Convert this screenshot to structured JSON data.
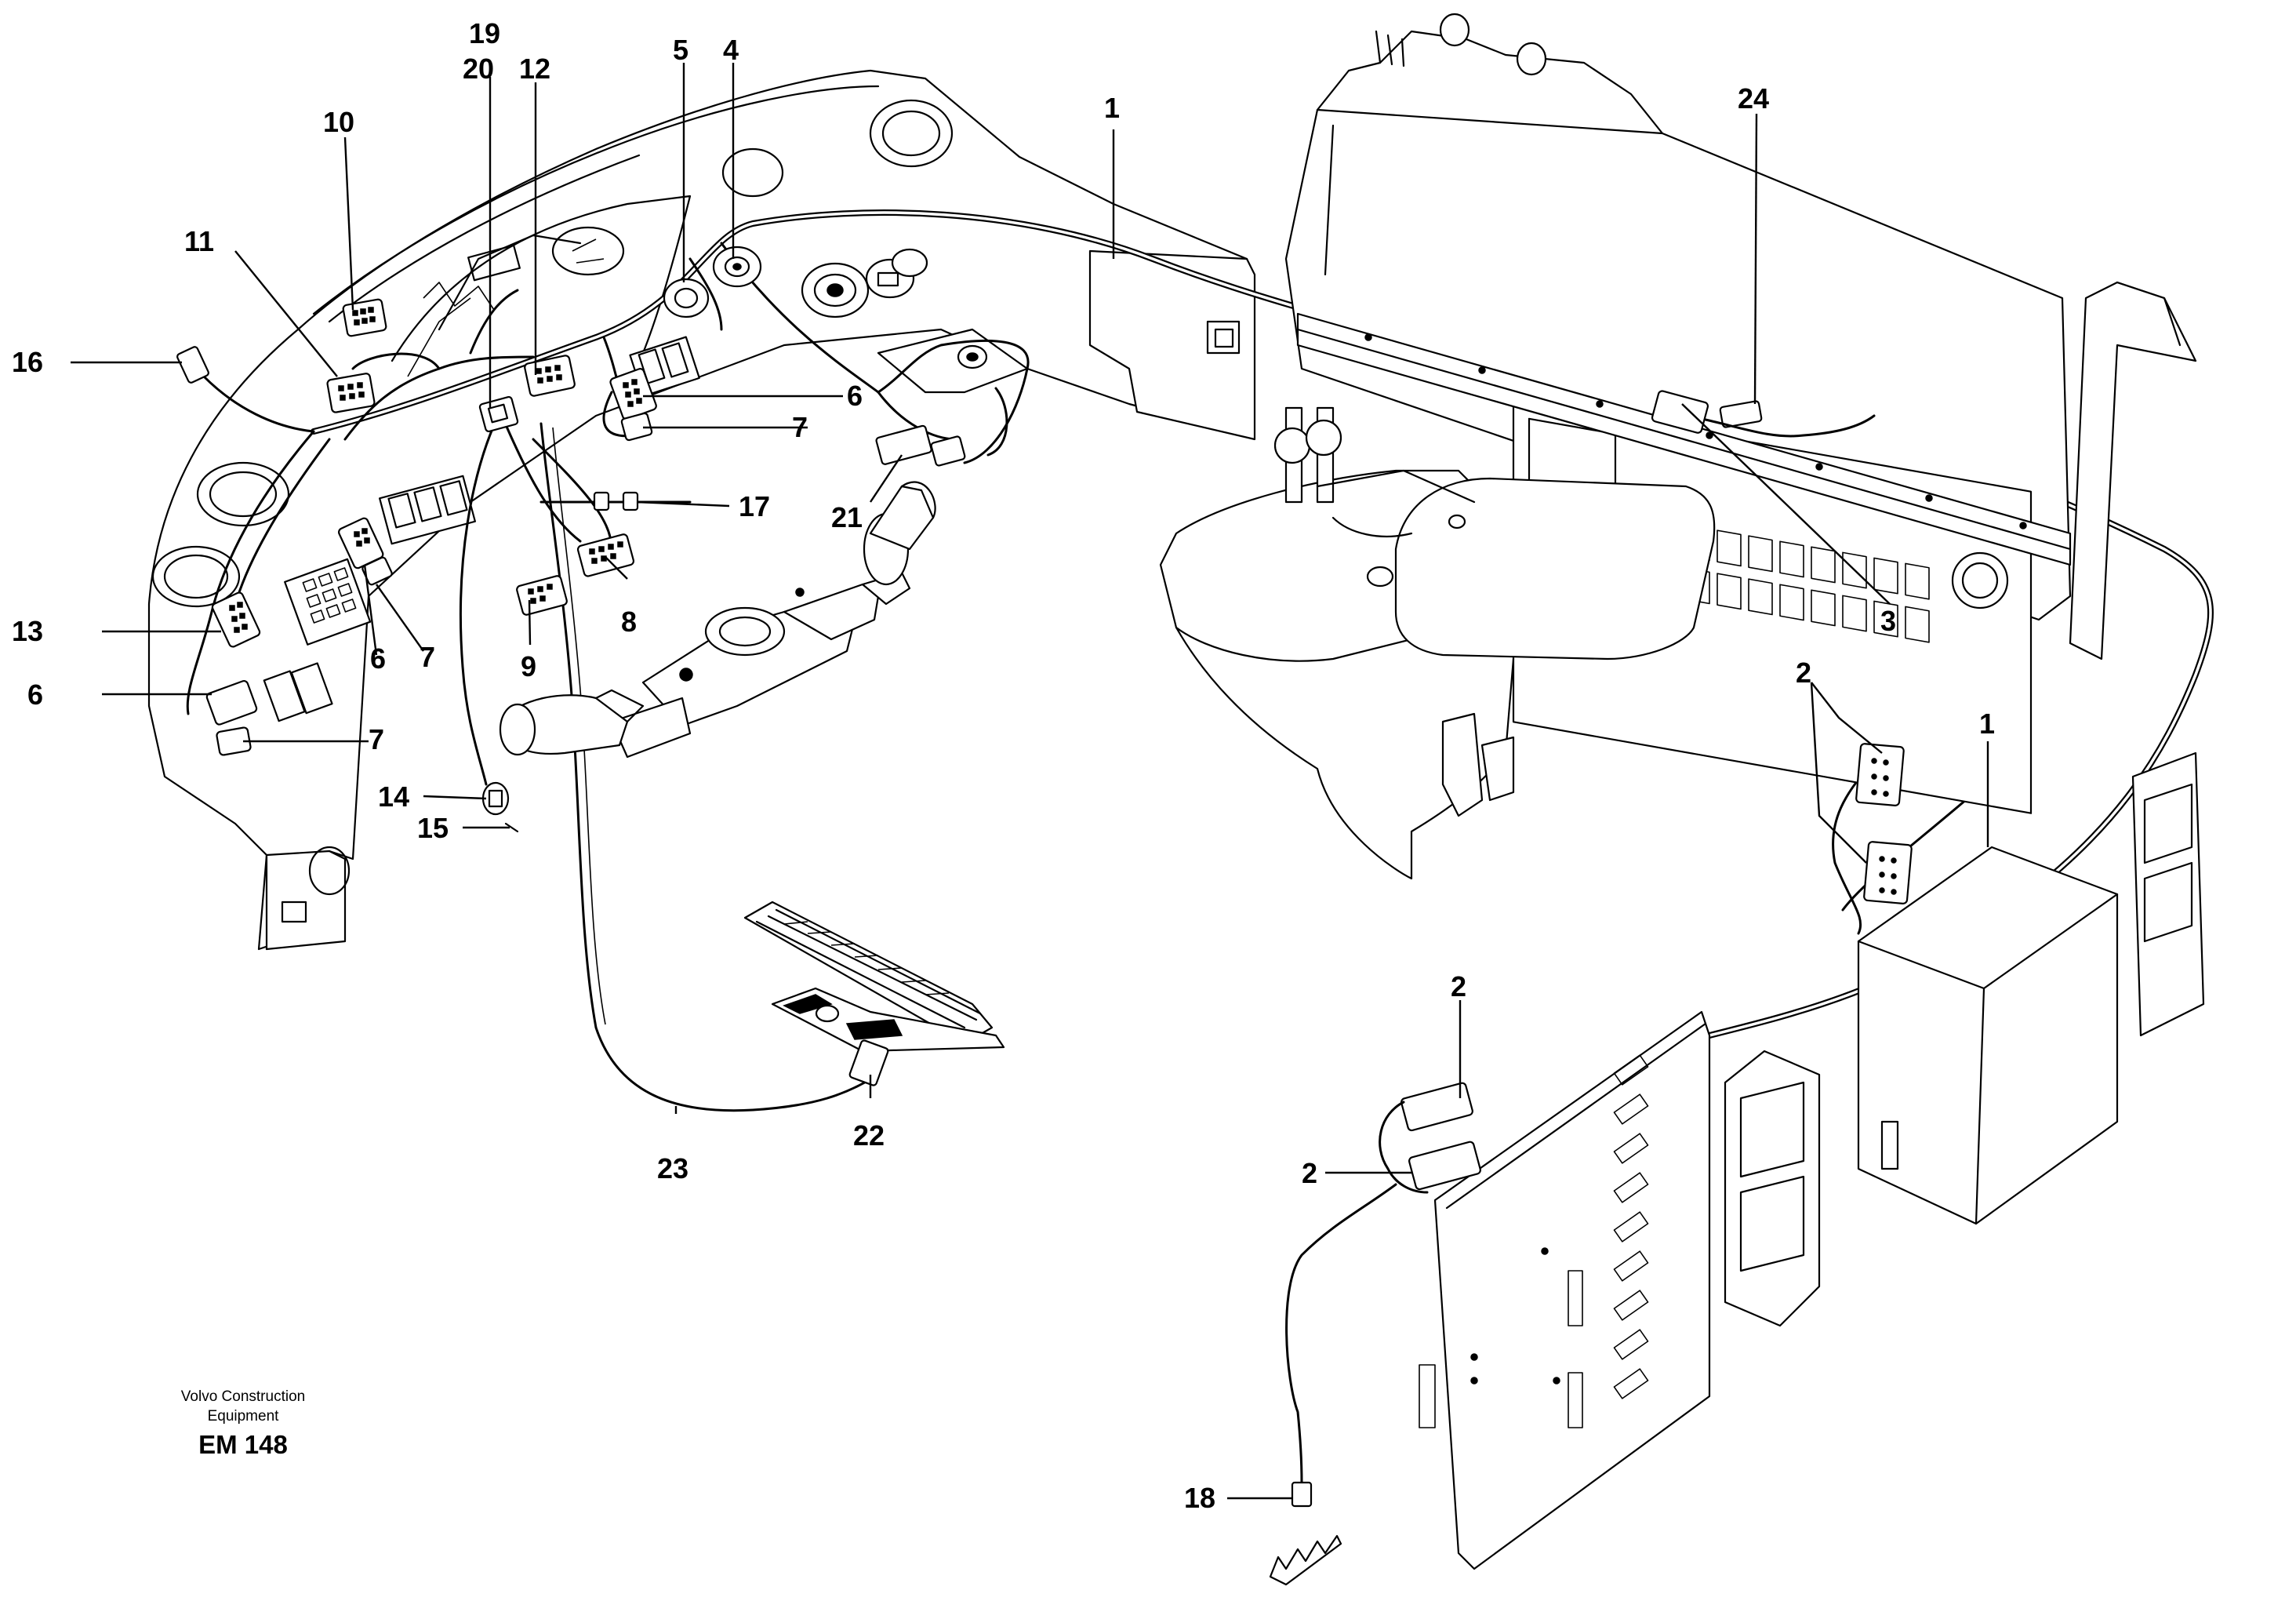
{
  "title": "",
  "credit": {
    "line1": "Volvo Construction",
    "line2": "Equipment",
    "code": "EM 148"
  },
  "callouts": [
    "1",
    "2",
    "3",
    "4",
    "5",
    "6",
    "7",
    "8",
    "9",
    "10",
    "11",
    "12",
    "13",
    "14",
    "15",
    "16",
    "17",
    "18",
    "19",
    "20",
    "21",
    "22",
    "23",
    "24"
  ],
  "labels": {
    "c1a": "1",
    "c1b": "1",
    "c2a": "2",
    "c2b": "2",
    "c2c": "2",
    "c3": "3",
    "c4": "4",
    "c5": "5",
    "c6a": "6",
    "c6b": "6",
    "c6c": "6",
    "c7a": "7",
    "c7b": "7",
    "c7c": "7",
    "c8": "8",
    "c9": "9",
    "c10": "10",
    "c11": "11",
    "c12": "12",
    "c13": "13",
    "c14": "14",
    "c15": "15",
    "c16": "16",
    "c17": "17",
    "c18": "18",
    "c19": "19",
    "c20": "20",
    "c21": "21",
    "c22": "22",
    "c23": "23",
    "c24": "24"
  }
}
